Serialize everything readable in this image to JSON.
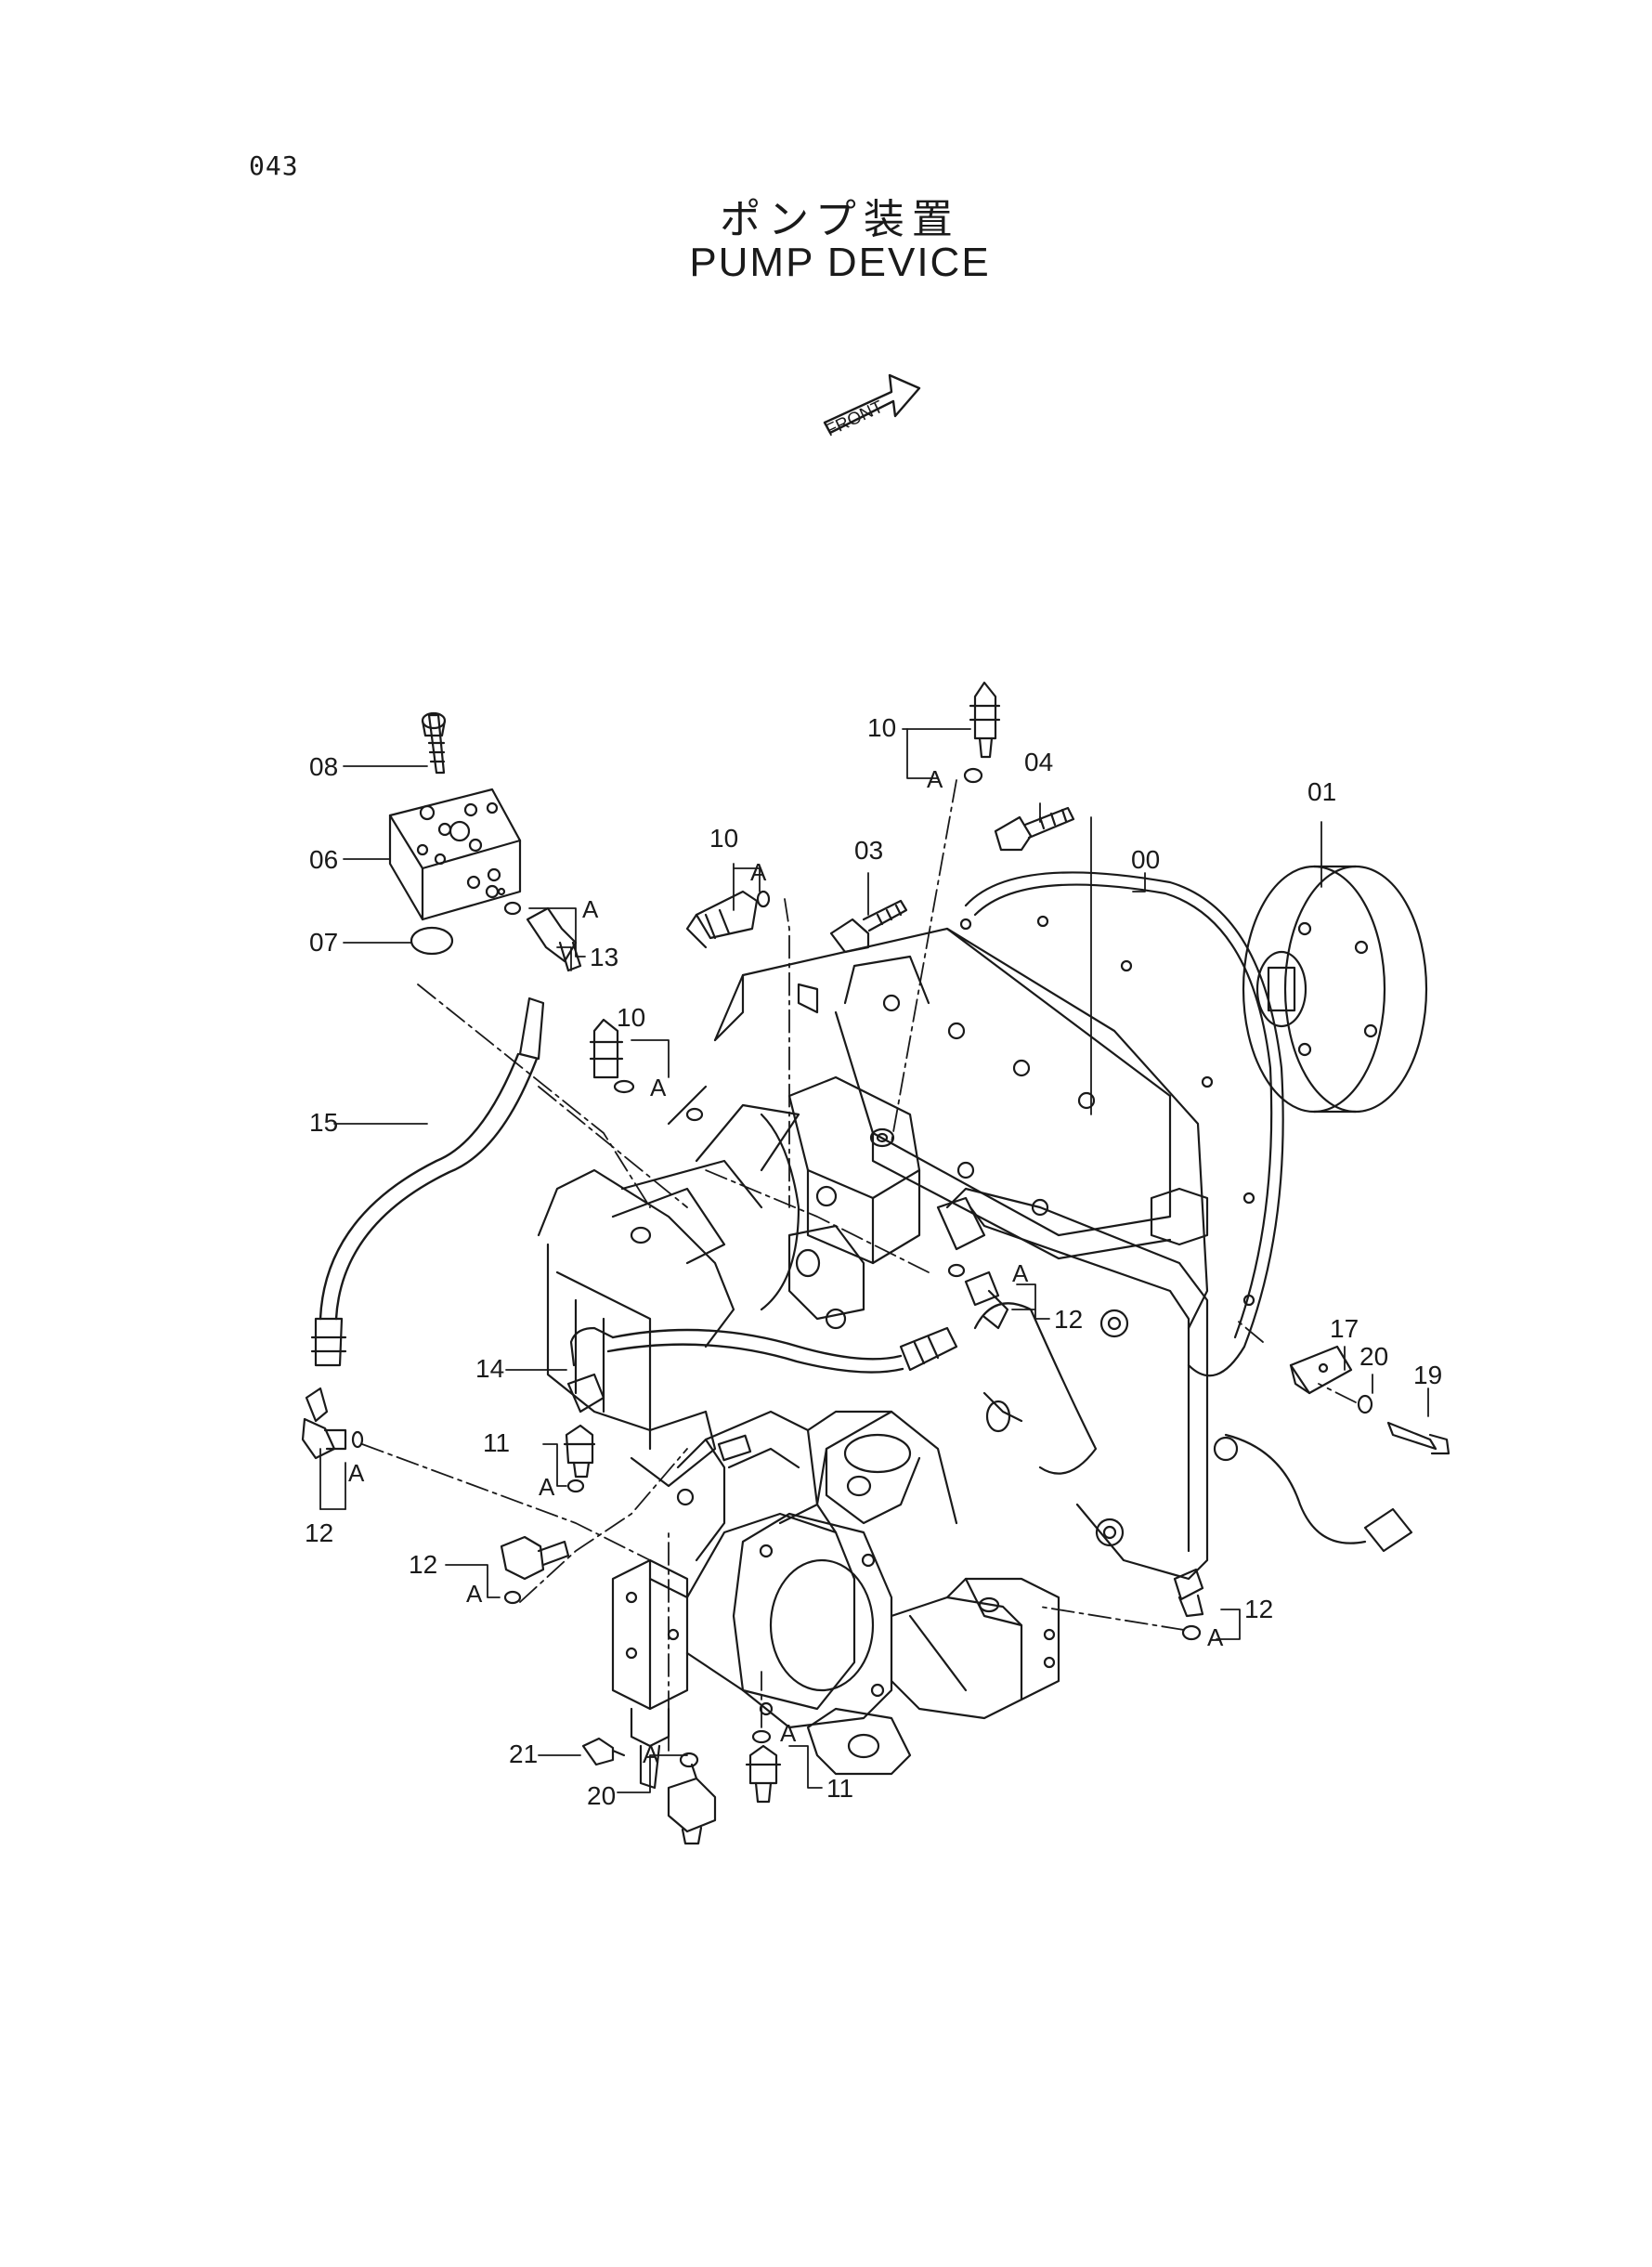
{
  "page_number": "043",
  "title_japanese": "ポンプ装置",
  "title_english": "PUMP DEVICE",
  "front_label": "FRONT",
  "part_labels": [
    {
      "id": "label-00",
      "text": "00"
    },
    {
      "id": "label-01",
      "text": "01"
    },
    {
      "id": "label-03",
      "text": "03"
    },
    {
      "id": "label-04",
      "text": "04"
    },
    {
      "id": "label-06",
      "text": "06"
    },
    {
      "id": "label-07",
      "text": "07"
    },
    {
      "id": "label-08",
      "text": "08"
    },
    {
      "id": "label-10-top",
      "text": "10"
    },
    {
      "id": "label-10-mid",
      "text": "10"
    },
    {
      "id": "label-10-left",
      "text": "10"
    },
    {
      "id": "label-11-left",
      "text": "11"
    },
    {
      "id": "label-11-bottom",
      "text": "11"
    },
    {
      "id": "label-12-right-upper",
      "text": "12"
    },
    {
      "id": "label-12-left",
      "text": "12"
    },
    {
      "id": "label-12-center",
      "text": "12"
    },
    {
      "id": "label-12-right-lower",
      "text": "12"
    },
    {
      "id": "label-13",
      "text": "13"
    },
    {
      "id": "label-14",
      "text": "14"
    },
    {
      "id": "label-15",
      "text": "15"
    },
    {
      "id": "label-17",
      "text": "17"
    },
    {
      "id": "label-19",
      "text": "19"
    },
    {
      "id": "label-20-right",
      "text": "20"
    },
    {
      "id": "label-20-bottom",
      "text": "20"
    },
    {
      "id": "label-21",
      "text": "21"
    }
  ],
  "oring_marker": "A"
}
